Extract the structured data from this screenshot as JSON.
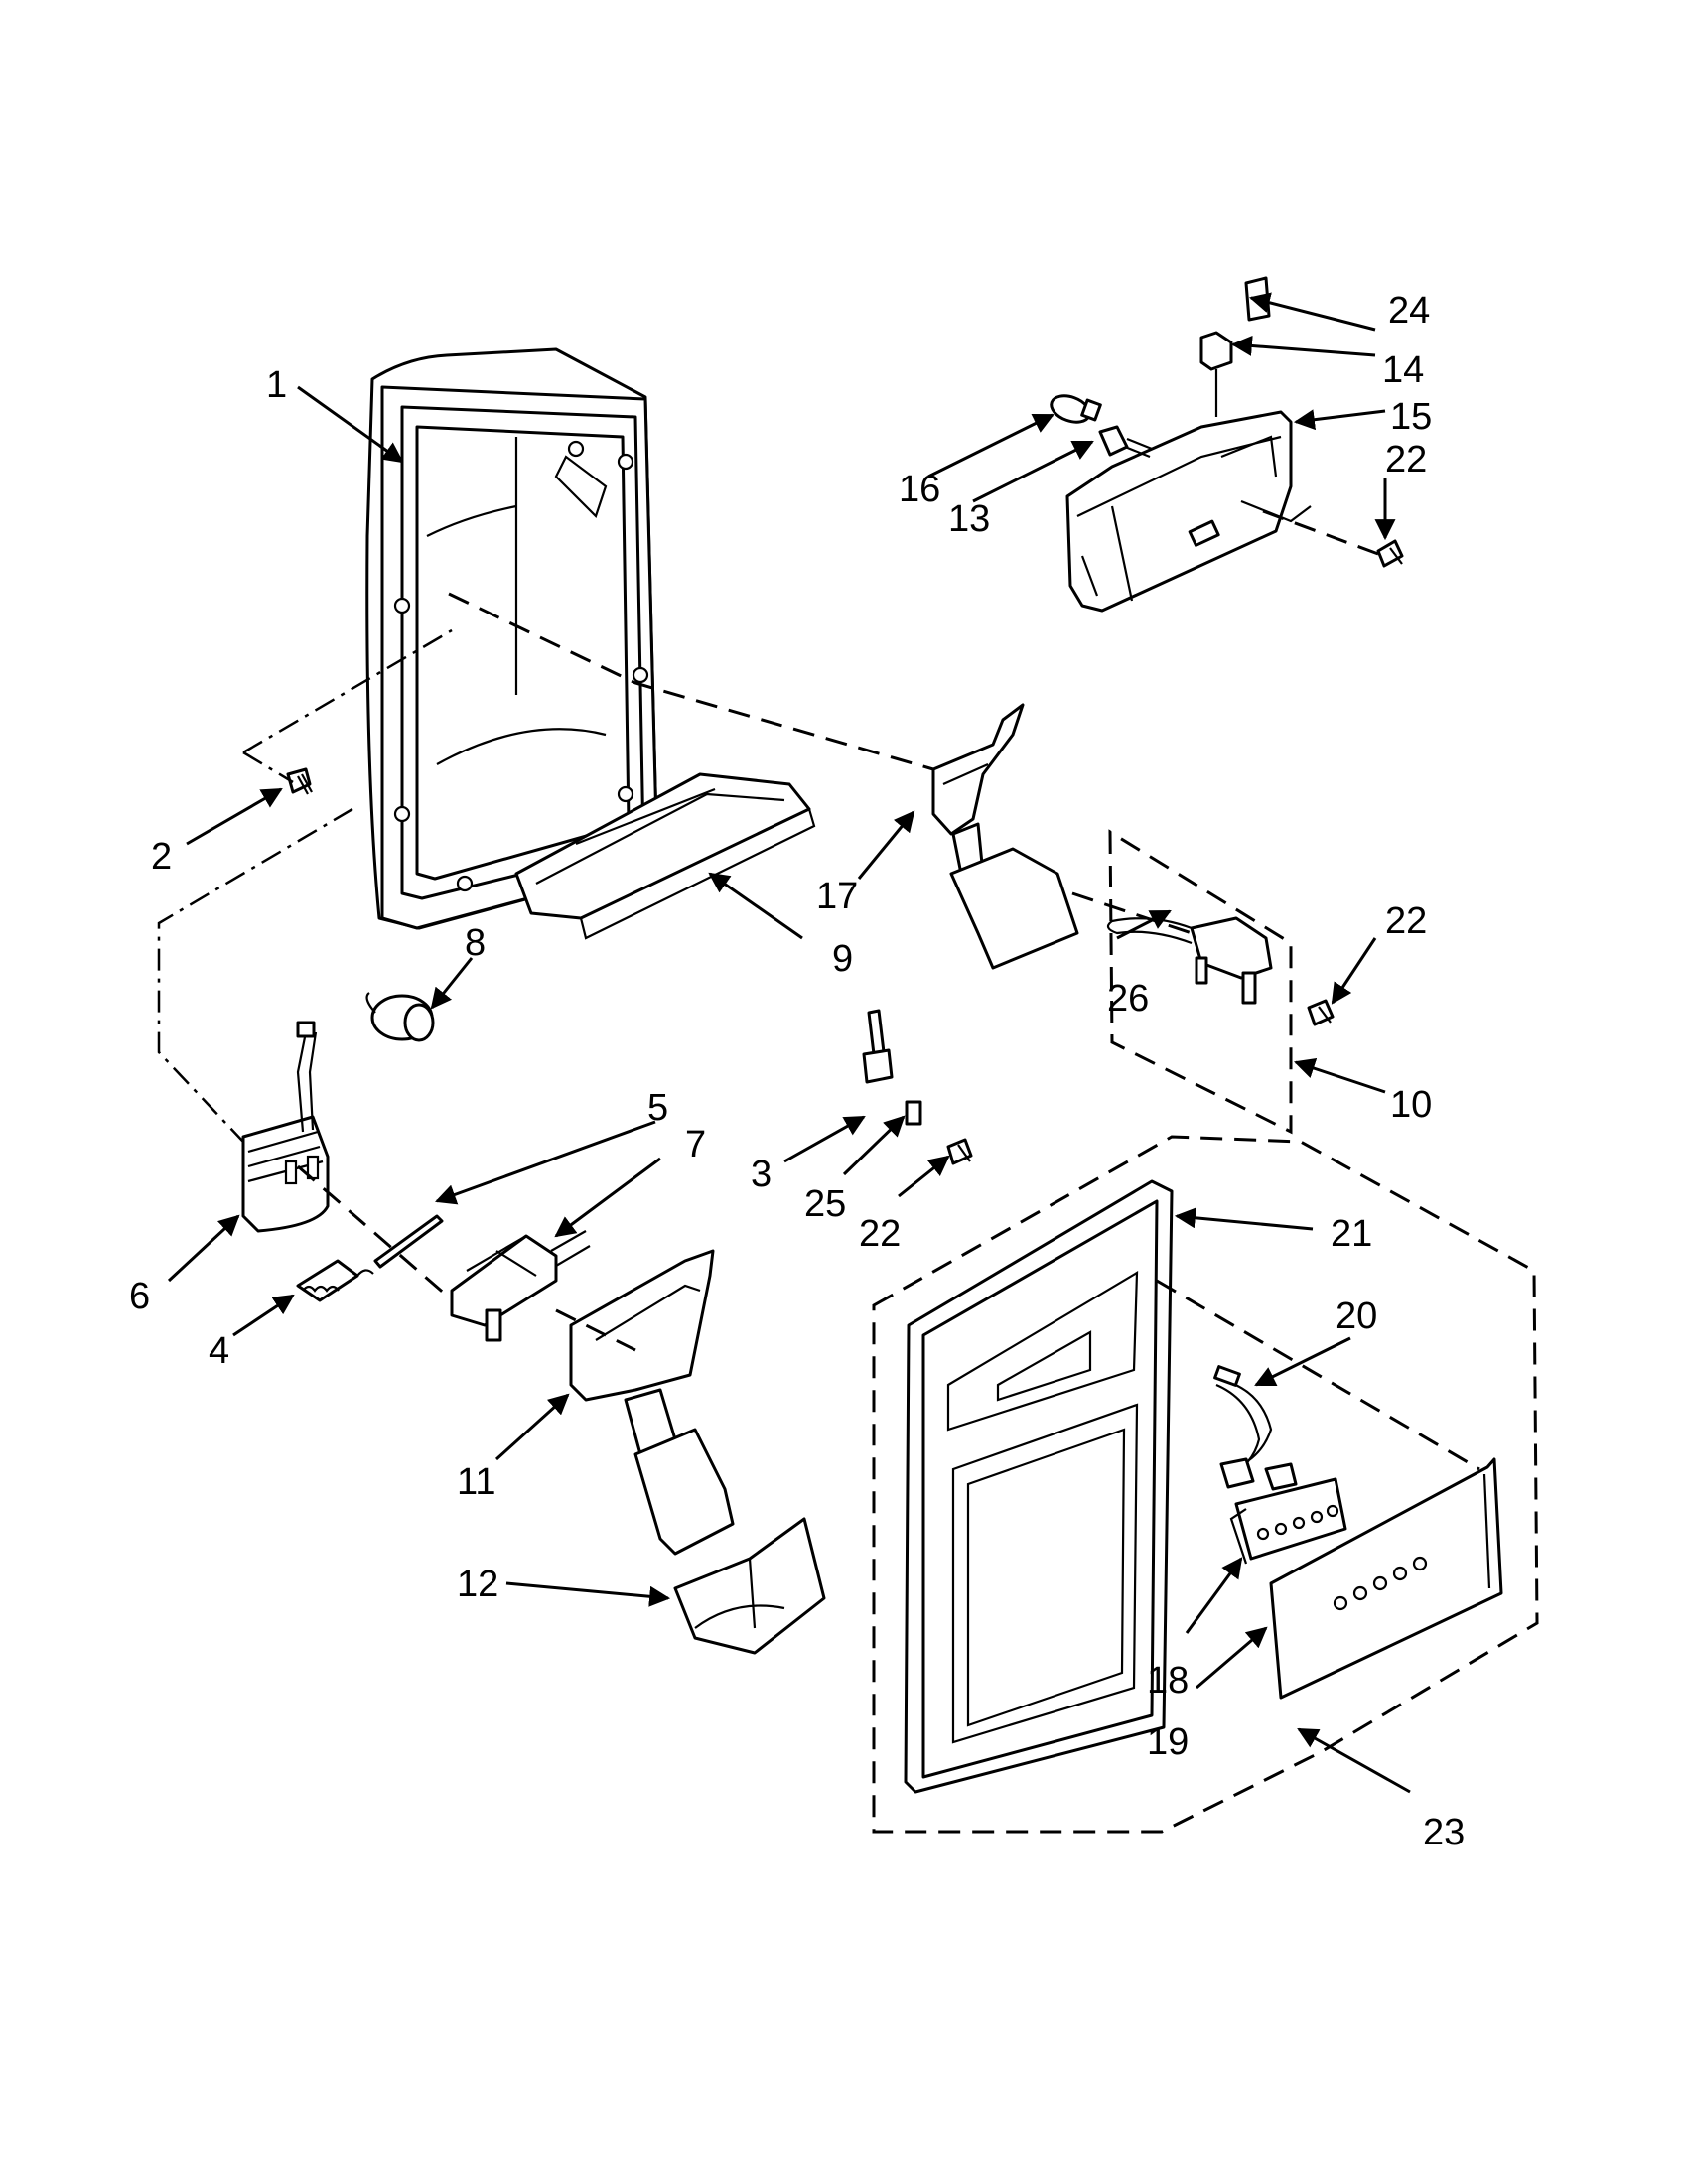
{
  "callouts": [
    {
      "id": "c1",
      "label": "1"
    },
    {
      "id": "c2",
      "label": "2"
    },
    {
      "id": "c3",
      "label": "3"
    },
    {
      "id": "c4",
      "label": "4"
    },
    {
      "id": "c5",
      "label": "5"
    },
    {
      "id": "c6",
      "label": "6"
    },
    {
      "id": "c7",
      "label": "7"
    },
    {
      "id": "c8",
      "label": "8"
    },
    {
      "id": "c9",
      "label": "9"
    },
    {
      "id": "c10",
      "label": "10"
    },
    {
      "id": "c11",
      "label": "11"
    },
    {
      "id": "c12",
      "label": "12"
    },
    {
      "id": "c13",
      "label": "13"
    },
    {
      "id": "c14",
      "label": "14"
    },
    {
      "id": "c15",
      "label": "15"
    },
    {
      "id": "c16",
      "label": "16"
    },
    {
      "id": "c17",
      "label": "17"
    },
    {
      "id": "c18",
      "label": "18"
    },
    {
      "id": "c19",
      "label": "19"
    },
    {
      "id": "c20",
      "label": "20"
    },
    {
      "id": "c21",
      "label": "21"
    },
    {
      "id": "c22a",
      "label": "22"
    },
    {
      "id": "c22b",
      "label": "22"
    },
    {
      "id": "c22c",
      "label": "22"
    },
    {
      "id": "c23",
      "label": "23"
    },
    {
      "id": "c24",
      "label": "24"
    },
    {
      "id": "c25",
      "label": "25"
    },
    {
      "id": "c26",
      "label": "26"
    }
  ]
}
